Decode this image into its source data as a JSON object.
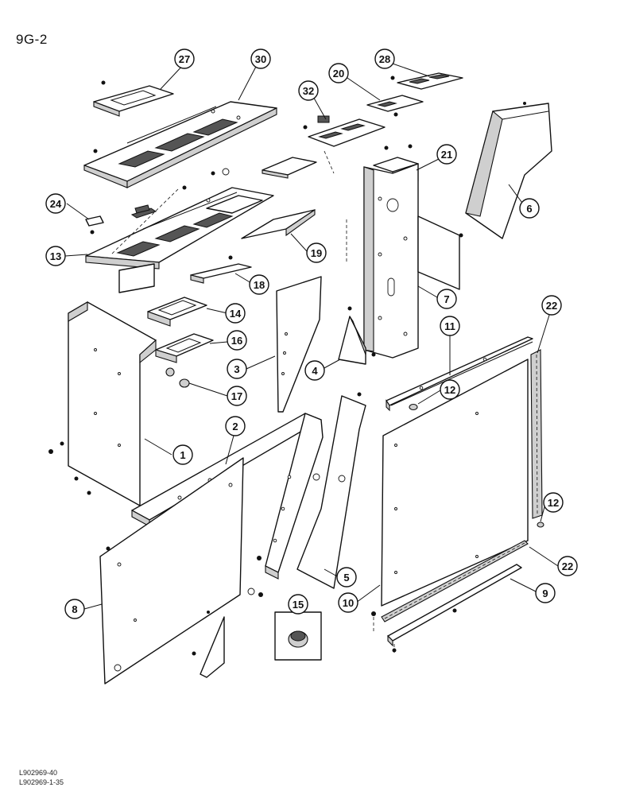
{
  "page_code": "9G-2",
  "footer": {
    "line1": "L902969-40",
    "line2": "L902969-1-35"
  },
  "callouts": [
    {
      "id": "27",
      "label": "27"
    },
    {
      "id": "30",
      "label": "30"
    },
    {
      "id": "28",
      "label": "28"
    },
    {
      "id": "20",
      "label": "20"
    },
    {
      "id": "32",
      "label": "32"
    },
    {
      "id": "21",
      "label": "21"
    },
    {
      "id": "6",
      "label": "6"
    },
    {
      "id": "24",
      "label": "24"
    },
    {
      "id": "13",
      "label": "13"
    },
    {
      "id": "19",
      "label": "19"
    },
    {
      "id": "18",
      "label": "18"
    },
    {
      "id": "7",
      "label": "7"
    },
    {
      "id": "22a",
      "label": "22"
    },
    {
      "id": "14",
      "label": "14"
    },
    {
      "id": "16",
      "label": "16"
    },
    {
      "id": "11",
      "label": "11"
    },
    {
      "id": "3",
      "label": "3"
    },
    {
      "id": "4",
      "label": "4"
    },
    {
      "id": "17",
      "label": "17"
    },
    {
      "id": "12a",
      "label": "12"
    },
    {
      "id": "1",
      "label": "1"
    },
    {
      "id": "2",
      "label": "2"
    },
    {
      "id": "12b",
      "label": "12"
    },
    {
      "id": "5",
      "label": "5"
    },
    {
      "id": "22b",
      "label": "22"
    },
    {
      "id": "8",
      "label": "8"
    },
    {
      "id": "15",
      "label": "15"
    },
    {
      "id": "10",
      "label": "10"
    },
    {
      "id": "9",
      "label": "9"
    }
  ]
}
